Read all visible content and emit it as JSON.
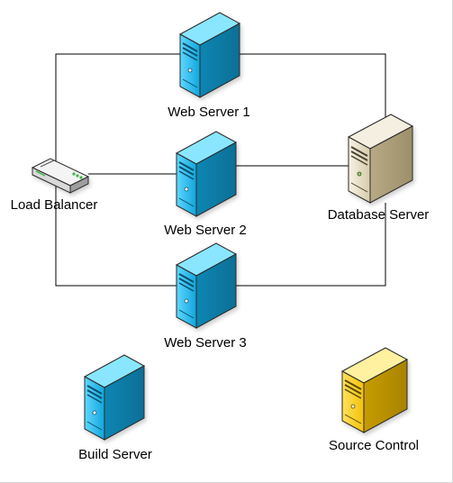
{
  "nodes": {
    "web_server_1": {
      "label": "Web Server 1",
      "kind": "web-server",
      "color": "#1ab8ee"
    },
    "web_server_2": {
      "label": "Web Server 2",
      "kind": "web-server",
      "color": "#1ab8ee"
    },
    "web_server_3": {
      "label": "Web Server 3",
      "kind": "web-server",
      "color": "#1ab8ee"
    },
    "database_server": {
      "label": "Database Server",
      "kind": "database-server",
      "color": "#e4dcc6"
    },
    "load_balancer": {
      "label": "Load Balancer",
      "kind": "load-balancer",
      "color": "#f2f2f2"
    },
    "build_server": {
      "label": "Build Server",
      "kind": "build-server",
      "color": "#1ab8ee"
    },
    "source_control": {
      "label": "Source Control",
      "kind": "source-control-server",
      "color": "#f6cf1c"
    }
  },
  "connections": [
    {
      "from": "load_balancer",
      "to": "web_server_1"
    },
    {
      "from": "load_balancer",
      "to": "web_server_2"
    },
    {
      "from": "load_balancer",
      "to": "web_server_3"
    },
    {
      "from": "web_server_1",
      "to": "database_server"
    },
    {
      "from": "web_server_2",
      "to": "database_server"
    },
    {
      "from": "web_server_3",
      "to": "database_server"
    }
  ],
  "colors": {
    "connector": "#000000",
    "outline": "#2a2a2a"
  }
}
